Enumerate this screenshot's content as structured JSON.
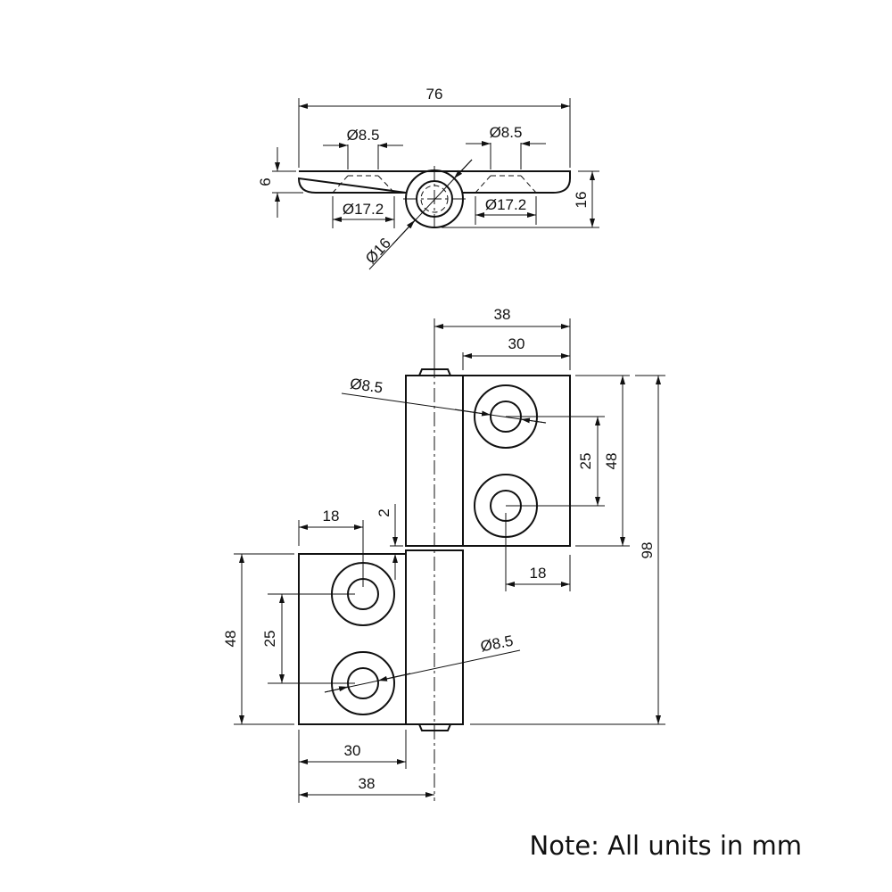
{
  "top_view": {
    "overall_width": "76",
    "hole_dia_left": "Ø8.5",
    "hole_dia_right": "Ø8.5",
    "plate_thickness": "6",
    "countersink_left": "Ø17.2",
    "countersink_right": "Ø17.2",
    "knuckle_dia": "Ø16",
    "overall_depth": "16"
  },
  "front_view": {
    "upper_leaf_width_total": "38",
    "upper_leaf_width": "30",
    "upper_hole_dia": "Ø8.5",
    "upper_hole_spacing": "25",
    "upper_leaf_height": "48",
    "overall_height": "98",
    "upper_hole_edge": "18",
    "lower_hole_edge": "18",
    "gap": "2",
    "lower_leaf_height": "48",
    "lower_hole_spacing": "25",
    "lower_hole_dia": "Ø8.5",
    "lower_leaf_width": "30",
    "lower_leaf_width_total": "38"
  },
  "note": "Note: All units in mm"
}
